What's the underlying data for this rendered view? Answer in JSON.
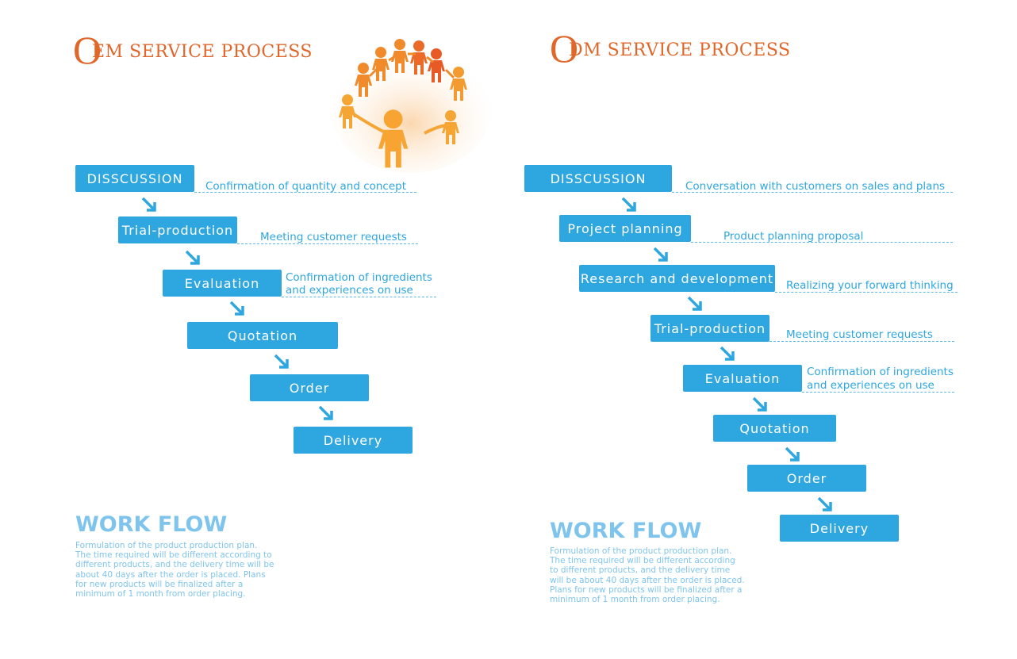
{
  "oem": {
    "title_initial": "O",
    "title_rest": "EM SERVICE PROCESS",
    "image": "people-circle-icon",
    "steps": [
      {
        "label": "DISSCUSSION",
        "desc": [
          "Confirmation of quantity and concept"
        ]
      },
      {
        "label": "Trial-production",
        "desc": [
          "Meeting customer requests"
        ]
      },
      {
        "label": "Evaluation",
        "desc": [
          "Confirmation of ingredients",
          "and experiences on use"
        ]
      },
      {
        "label": "Quotation",
        "desc": []
      },
      {
        "label": "Order",
        "desc": []
      },
      {
        "label": "Delivery",
        "desc": []
      }
    ],
    "workflow": {
      "title": "WORK FLOW",
      "text": "Formulation of the product production plan.\nThe time required will be different according to\ndifferent products, and the delivery time will be\nabout 40 days after the order is placed. Plans\nfor  new products will be finalized after a\nminimum of 1 month from order placing."
    }
  },
  "odm": {
    "title_initial": "O",
    "title_rest": "DM SERVICE PROCESS",
    "steps": [
      {
        "label": "DISSCUSSION",
        "desc": [
          "Conversation with customers on sales and plans"
        ]
      },
      {
        "label": "Project planning",
        "desc": [
          "Product planning proposal"
        ]
      },
      {
        "label": "Research and development",
        "desc": [
          "Realizing your forward thinking"
        ]
      },
      {
        "label": "Trial-production",
        "desc": [
          "Meeting customer requests"
        ]
      },
      {
        "label": "Evaluation",
        "desc": [
          "Confirmation of ingredients",
          " and experiences on use"
        ]
      },
      {
        "label": "Quotation",
        "desc": []
      },
      {
        "label": "Order",
        "desc": []
      },
      {
        "label": "Delivery",
        "desc": []
      }
    ],
    "workflow": {
      "title": "WORK FLOW",
      "text": "Formulation of the product production plan.\nThe time required will be different according\nto different products, and the delivery time\nwill be about 40 days after the order is placed.\nPlans for  new products will be finalized after a\nminimum of 1 month from order placing."
    }
  },
  "colors": {
    "accent_orange": "#e0662a",
    "box_blue": "#2ea6e0",
    "light_blue": "#7fc4ec"
  }
}
